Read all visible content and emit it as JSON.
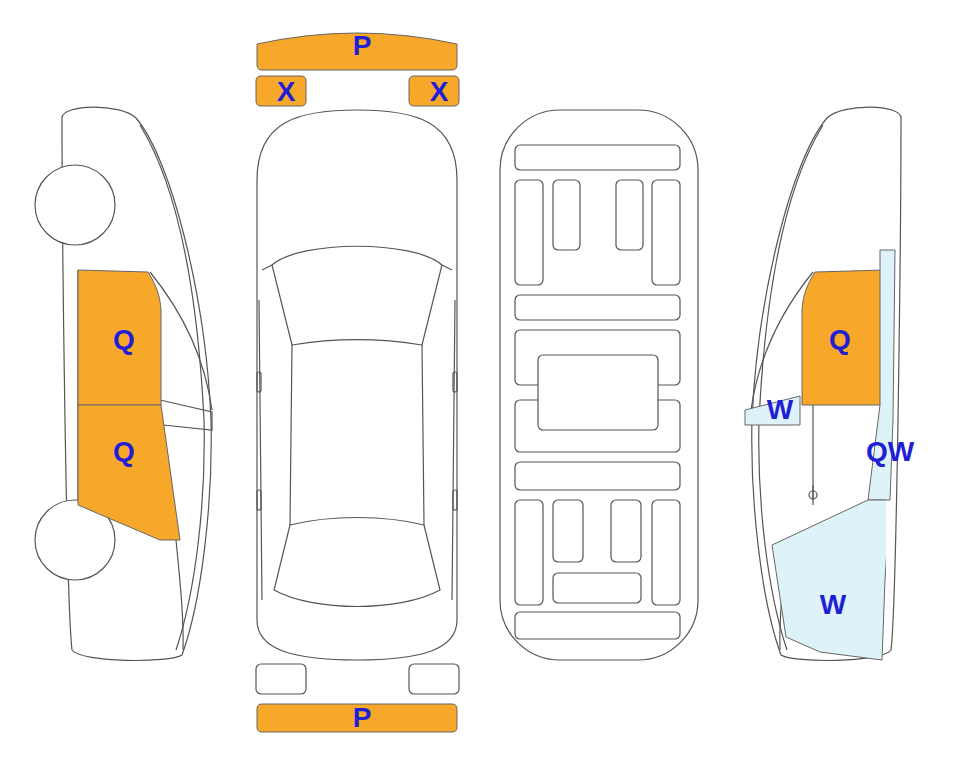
{
  "diagram": {
    "nodes": [
      {
        "text": [
          "P"
        ]
      },
      {
        "text": [
          "X"
        ]
      },
      {
        "text": [
          "X"
        ]
      },
      {
        "text": [
          "Q"
        ]
      },
      {
        "text": [
          "Q"
        ]
      },
      {
        "text": [
          "Q"
        ]
      },
      {
        "text": [
          "W"
        ]
      },
      {
        "text": [
          "QW"
        ]
      },
      {
        "text": [
          "W"
        ]
      },
      {
        "text": [
          "P"
        ]
      }
    ]
  }
}
